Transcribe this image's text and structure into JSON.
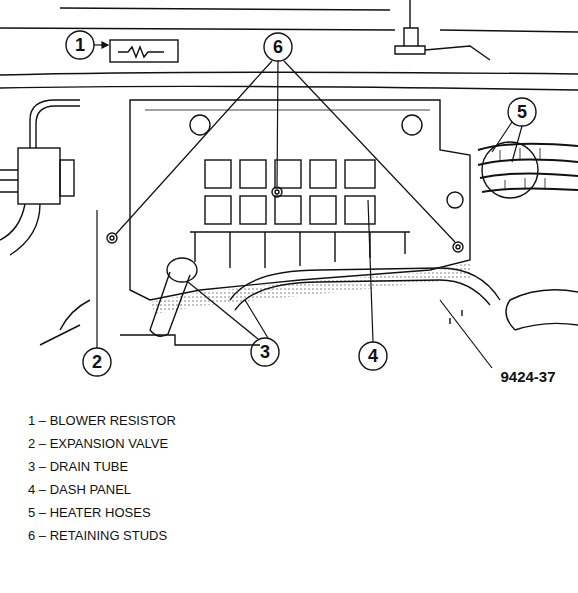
{
  "diagram": {
    "labels": [
      "1",
      "6",
      "5",
      "2",
      "3",
      "4",
      "9424-37",
      "1 – BLOWER RESISTOR",
      "2 – EXPANSION VALVE",
      "3 – DRAIN TUBE",
      "4 – DASH PANEL",
      "5 – HEATER HOSES",
      "6 – RETAINING STUDS"
    ]
  }
}
